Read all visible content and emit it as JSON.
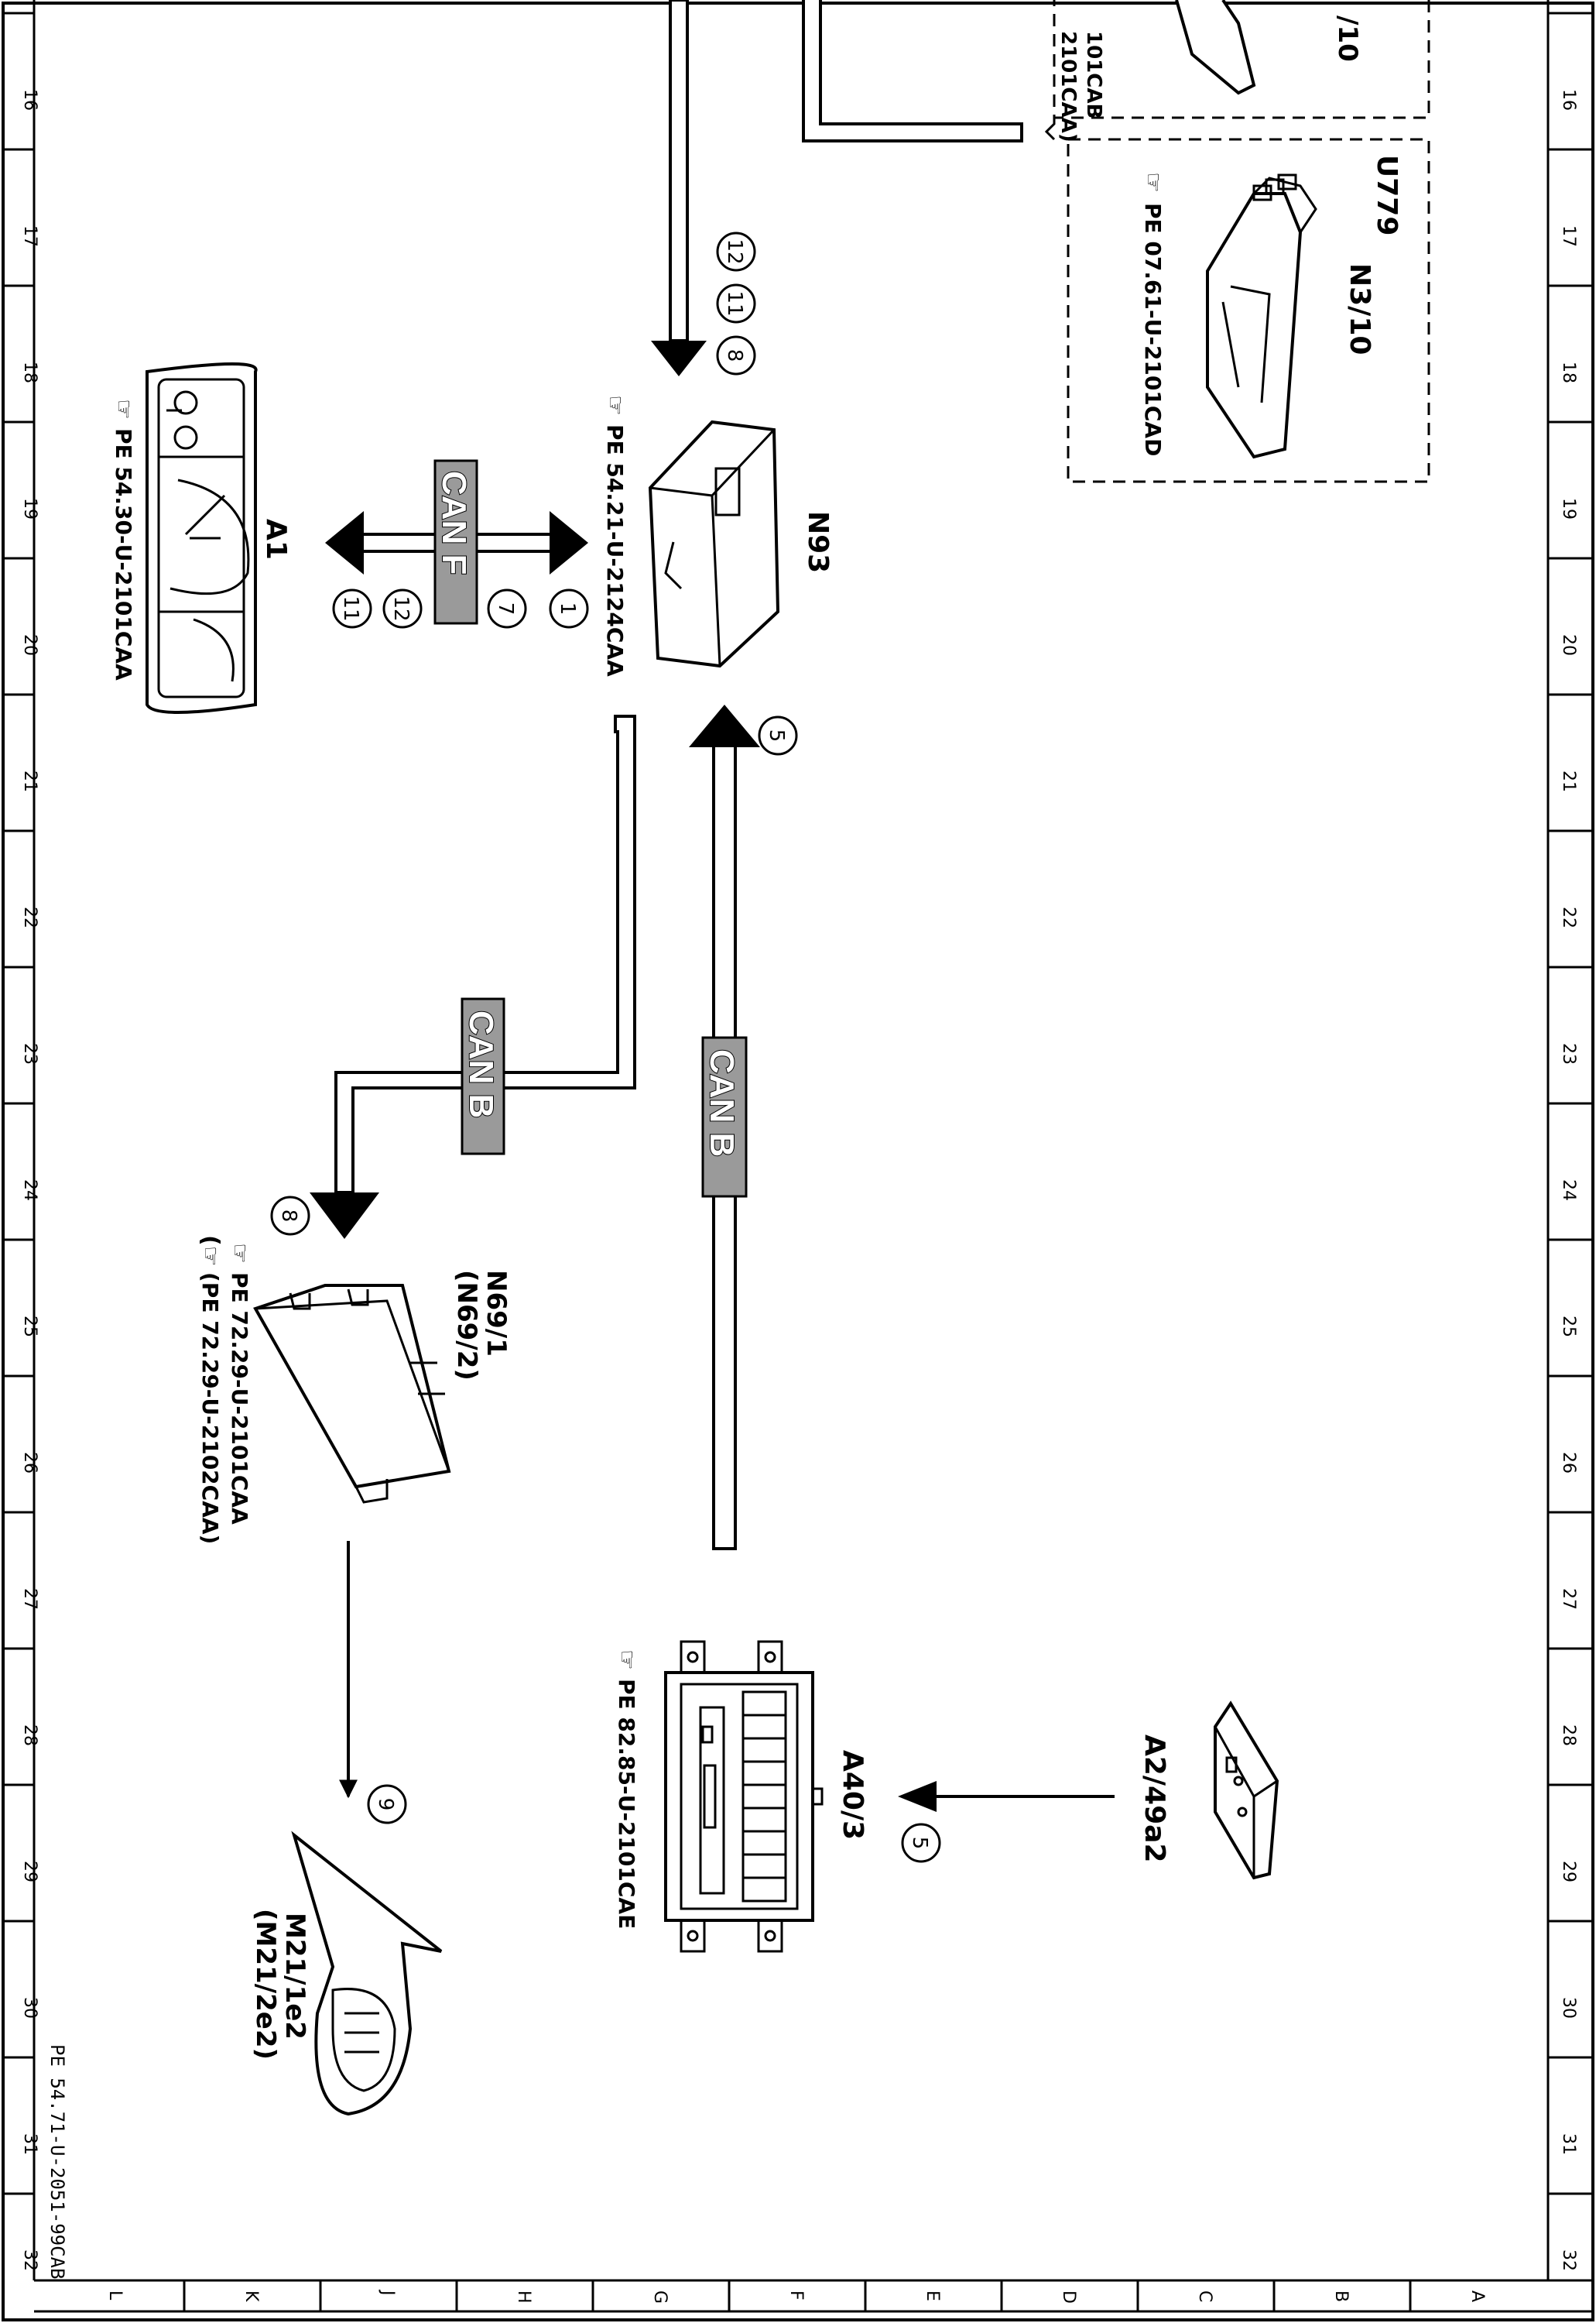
{
  "border": {
    "row_numbers": [
      "16",
      "17",
      "18",
      "19",
      "20",
      "21",
      "22",
      "23",
      "24",
      "25",
      "26",
      "27",
      "28",
      "29",
      "30",
      "31",
      "32"
    ],
    "column_letters": [
      "L",
      "K",
      "J",
      "H",
      "G",
      "F",
      "E",
      "D",
      "C",
      "B",
      "A"
    ]
  },
  "components": {
    "N93": {
      "label": "N93",
      "ref": "PE 54.21-U-2124CAA"
    },
    "A1": {
      "label": "A1",
      "ref": "PE 54.30-U-2101CAA"
    },
    "N69": {
      "label": "N69/1",
      "label2": "(N69/2)",
      "ref": "PE 72.29-U-2101CAA",
      "ref2": "(PE 72.29-U-2102CAA)"
    },
    "A40": {
      "label": "A40/3",
      "ref": "PE 82.85-U-2101CAE"
    },
    "A2": {
      "label": "A2/49a2"
    },
    "M21": {
      "label": "M21/1e2",
      "label2": "(M21/2e2)"
    },
    "U779": {
      "label": "U779",
      "module": "N3/10",
      "ref": "PE 07.61-U-2101CAD"
    },
    "top_partial": {
      "label": "/10",
      "ref1": "101CAB",
      "ref2": "2101CAA)"
    }
  },
  "buses": {
    "can_f": "CAN F",
    "can_b_1": "CAN B",
    "can_b_2": "CAN B"
  },
  "circles": {
    "n93_in": [
      "12",
      "11",
      "8"
    ],
    "a1_link": [
      "11",
      "12",
      "7",
      "1"
    ],
    "a40_n93": "5",
    "n69_in": "8",
    "n69_m21": "9",
    "a2_a40": "5"
  },
  "footer_code": "PE 54.71-U-2051-99CAB"
}
